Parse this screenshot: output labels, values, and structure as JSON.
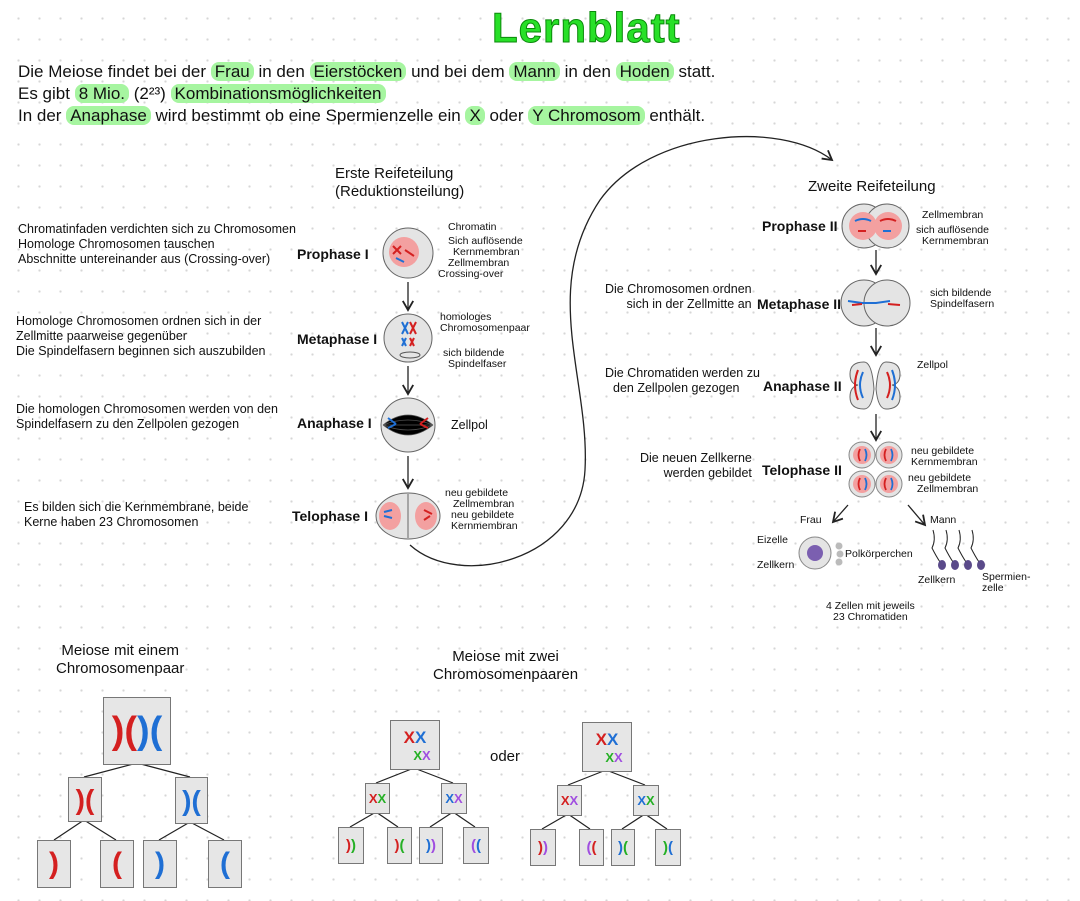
{
  "header": {
    "title": "Lernblatt"
  },
  "intro": {
    "l1": [
      "Die Meiose findet bei der ",
      "Frau",
      " in den ",
      "Eierstöcken",
      " und bei dem ",
      "Mann",
      " in den ",
      "Hoden",
      " statt."
    ],
    "l2": [
      "Es gibt ",
      "8 Mio.",
      " (2²³) ",
      "Kombinationsmöglichkeiten"
    ],
    "l3": [
      "In der ",
      "Anaphase",
      " wird bestimmt ob eine Spermienzelle ein ",
      "X",
      " oder ",
      "Y Chromosom",
      " enthält."
    ]
  },
  "first_division": {
    "title": "Erste Reifeteilung",
    "subtitle": "(Reduktionsteilung)",
    "phases": [
      {
        "name": "Prophase I",
        "desc": [
          "Chromatinfaden verdichten sich zu Chromosomen",
          "Homologe Chromosomen tauschen",
          "Abschnitte untereinander aus (Crossing-over)"
        ],
        "labels": [
          "Chromatin",
          "Sich auflösende",
          "Kernmembran",
          "Zellmembran",
          "Crossing-over"
        ]
      },
      {
        "name": "Metaphase I",
        "desc": [
          "Homologe Chromosomen ordnen sich in der",
          "Zellmitte paarweise gegenüber",
          "Die Spindelfasern beginnen sich auszubilden"
        ],
        "labels": [
          "homologes",
          "Chromosomenpaar",
          "sich bildende",
          "Spindelfaser"
        ]
      },
      {
        "name": "Anaphase I",
        "desc": [
          "Die homologen Chromosomen werden von den",
          "Spindelfasern zu den Zellpolen gezogen"
        ],
        "labels": [
          "Zellpol"
        ]
      },
      {
        "name": "Telophase I",
        "desc": [
          "Es bilden sich die Kernmembrane, beide",
          "Kerne haben 23 Chromosomen"
        ],
        "labels": [
          "neu gebildete",
          "Zellmembran",
          "neu gebildete",
          "Kernmembran"
        ]
      }
    ]
  },
  "second_division": {
    "title": "Zweite Reifeteilung",
    "phases": [
      {
        "name": "Prophase II",
        "desc": [],
        "labels": [
          "Zellmembran",
          "sich auflösende",
          "Kernmembran"
        ]
      },
      {
        "name": "Metaphase II",
        "desc": [
          "Die Chromosomen ordnen",
          "sich in der Zellmitte an"
        ],
        "labels": [
          "sich bildende",
          "Spindelfasern"
        ]
      },
      {
        "name": "Anaphase II",
        "desc": [
          "Die Chromatiden werden zu",
          "den Zellpolen gezogen"
        ],
        "labels": [
          "Zellpol"
        ]
      },
      {
        "name": "Telophase II",
        "desc": [
          "Die neuen Zellkerne",
          "werden gebildet"
        ],
        "labels": [
          "neu gebildete",
          "Kernmembran",
          "neu gebildete",
          "Zellmembran"
        ]
      }
    ],
    "female": {
      "label": "Frau",
      "egg": "Eizelle",
      "nucleus": "Zellkern",
      "polar": "Polkörperchen"
    },
    "male": {
      "label": "Mann",
      "nucleus": "Zellkern",
      "sperm": [
        "Spermien-",
        "zelle"
      ]
    },
    "result": [
      "4 Zellen mit jeweils",
      "23 Chromatiden"
    ]
  },
  "bottom": {
    "one_pair": [
      "Meiose mit einem",
      "Chromosomenpaar"
    ],
    "two_pairs": [
      "Meiose mit zwei",
      "Chromosomenpaaren"
    ],
    "or": "oder"
  },
  "colors": {
    "highlight": "#a6f5a0",
    "title": "#28e028",
    "maternal": "#d42020",
    "paternal": "#1f6fd4"
  }
}
